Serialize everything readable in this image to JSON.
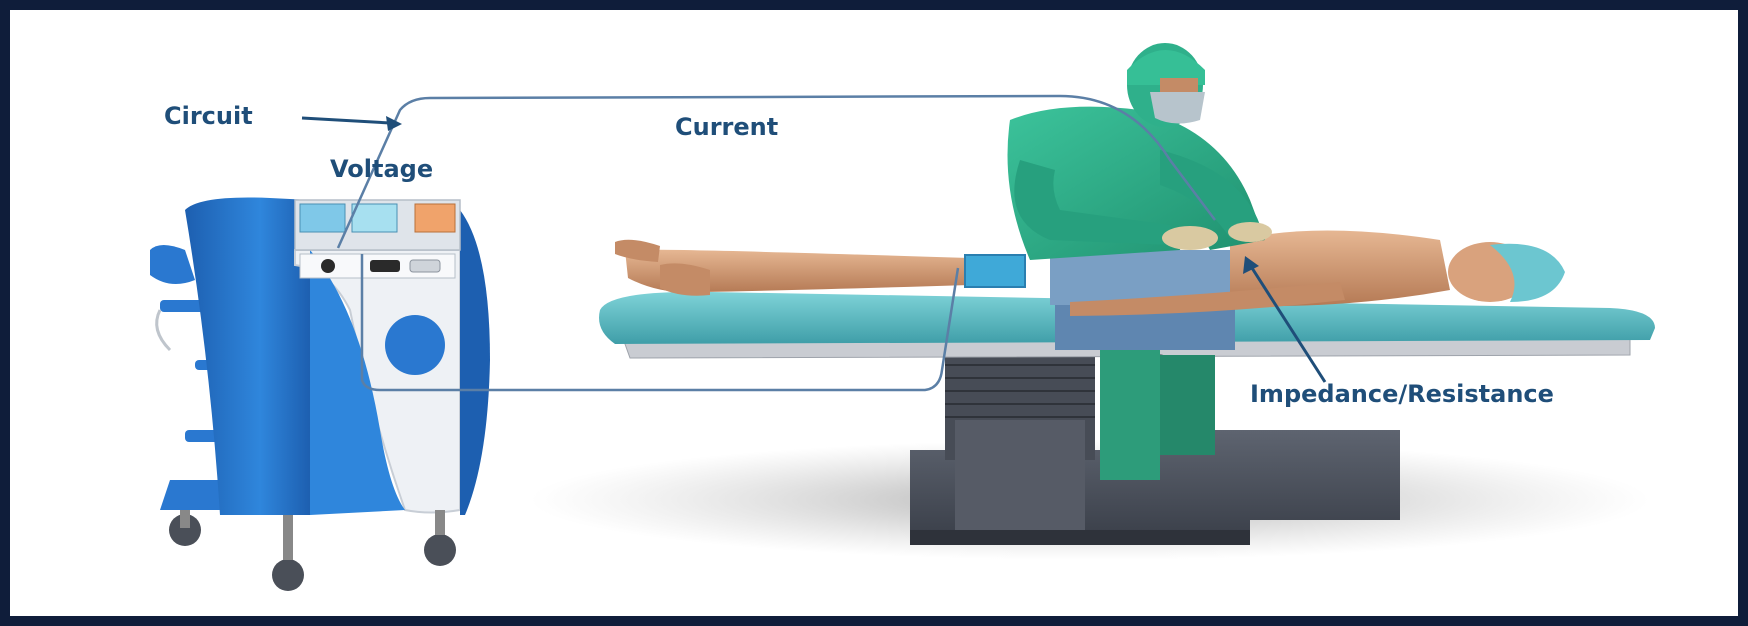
{
  "labels": {
    "circuit": "Circuit",
    "voltage": "Voltage",
    "current": "Current",
    "impedance": "Impedance/Resistance"
  },
  "colors": {
    "frame_border": "#0f1d3a",
    "label_text": "#1f4e79",
    "circuit_line": "#5b7fa6",
    "generator_blue": "#2a78d0",
    "scrubs": "#2eae8a",
    "table_pad": "#5cc1c8",
    "drape": "#7a9fc4",
    "skin": "#d9a27d"
  },
  "icons": [
    "electrosurgical-generator",
    "surgeon-figure",
    "patient-figure",
    "operating-table",
    "return-electrode-pad"
  ]
}
